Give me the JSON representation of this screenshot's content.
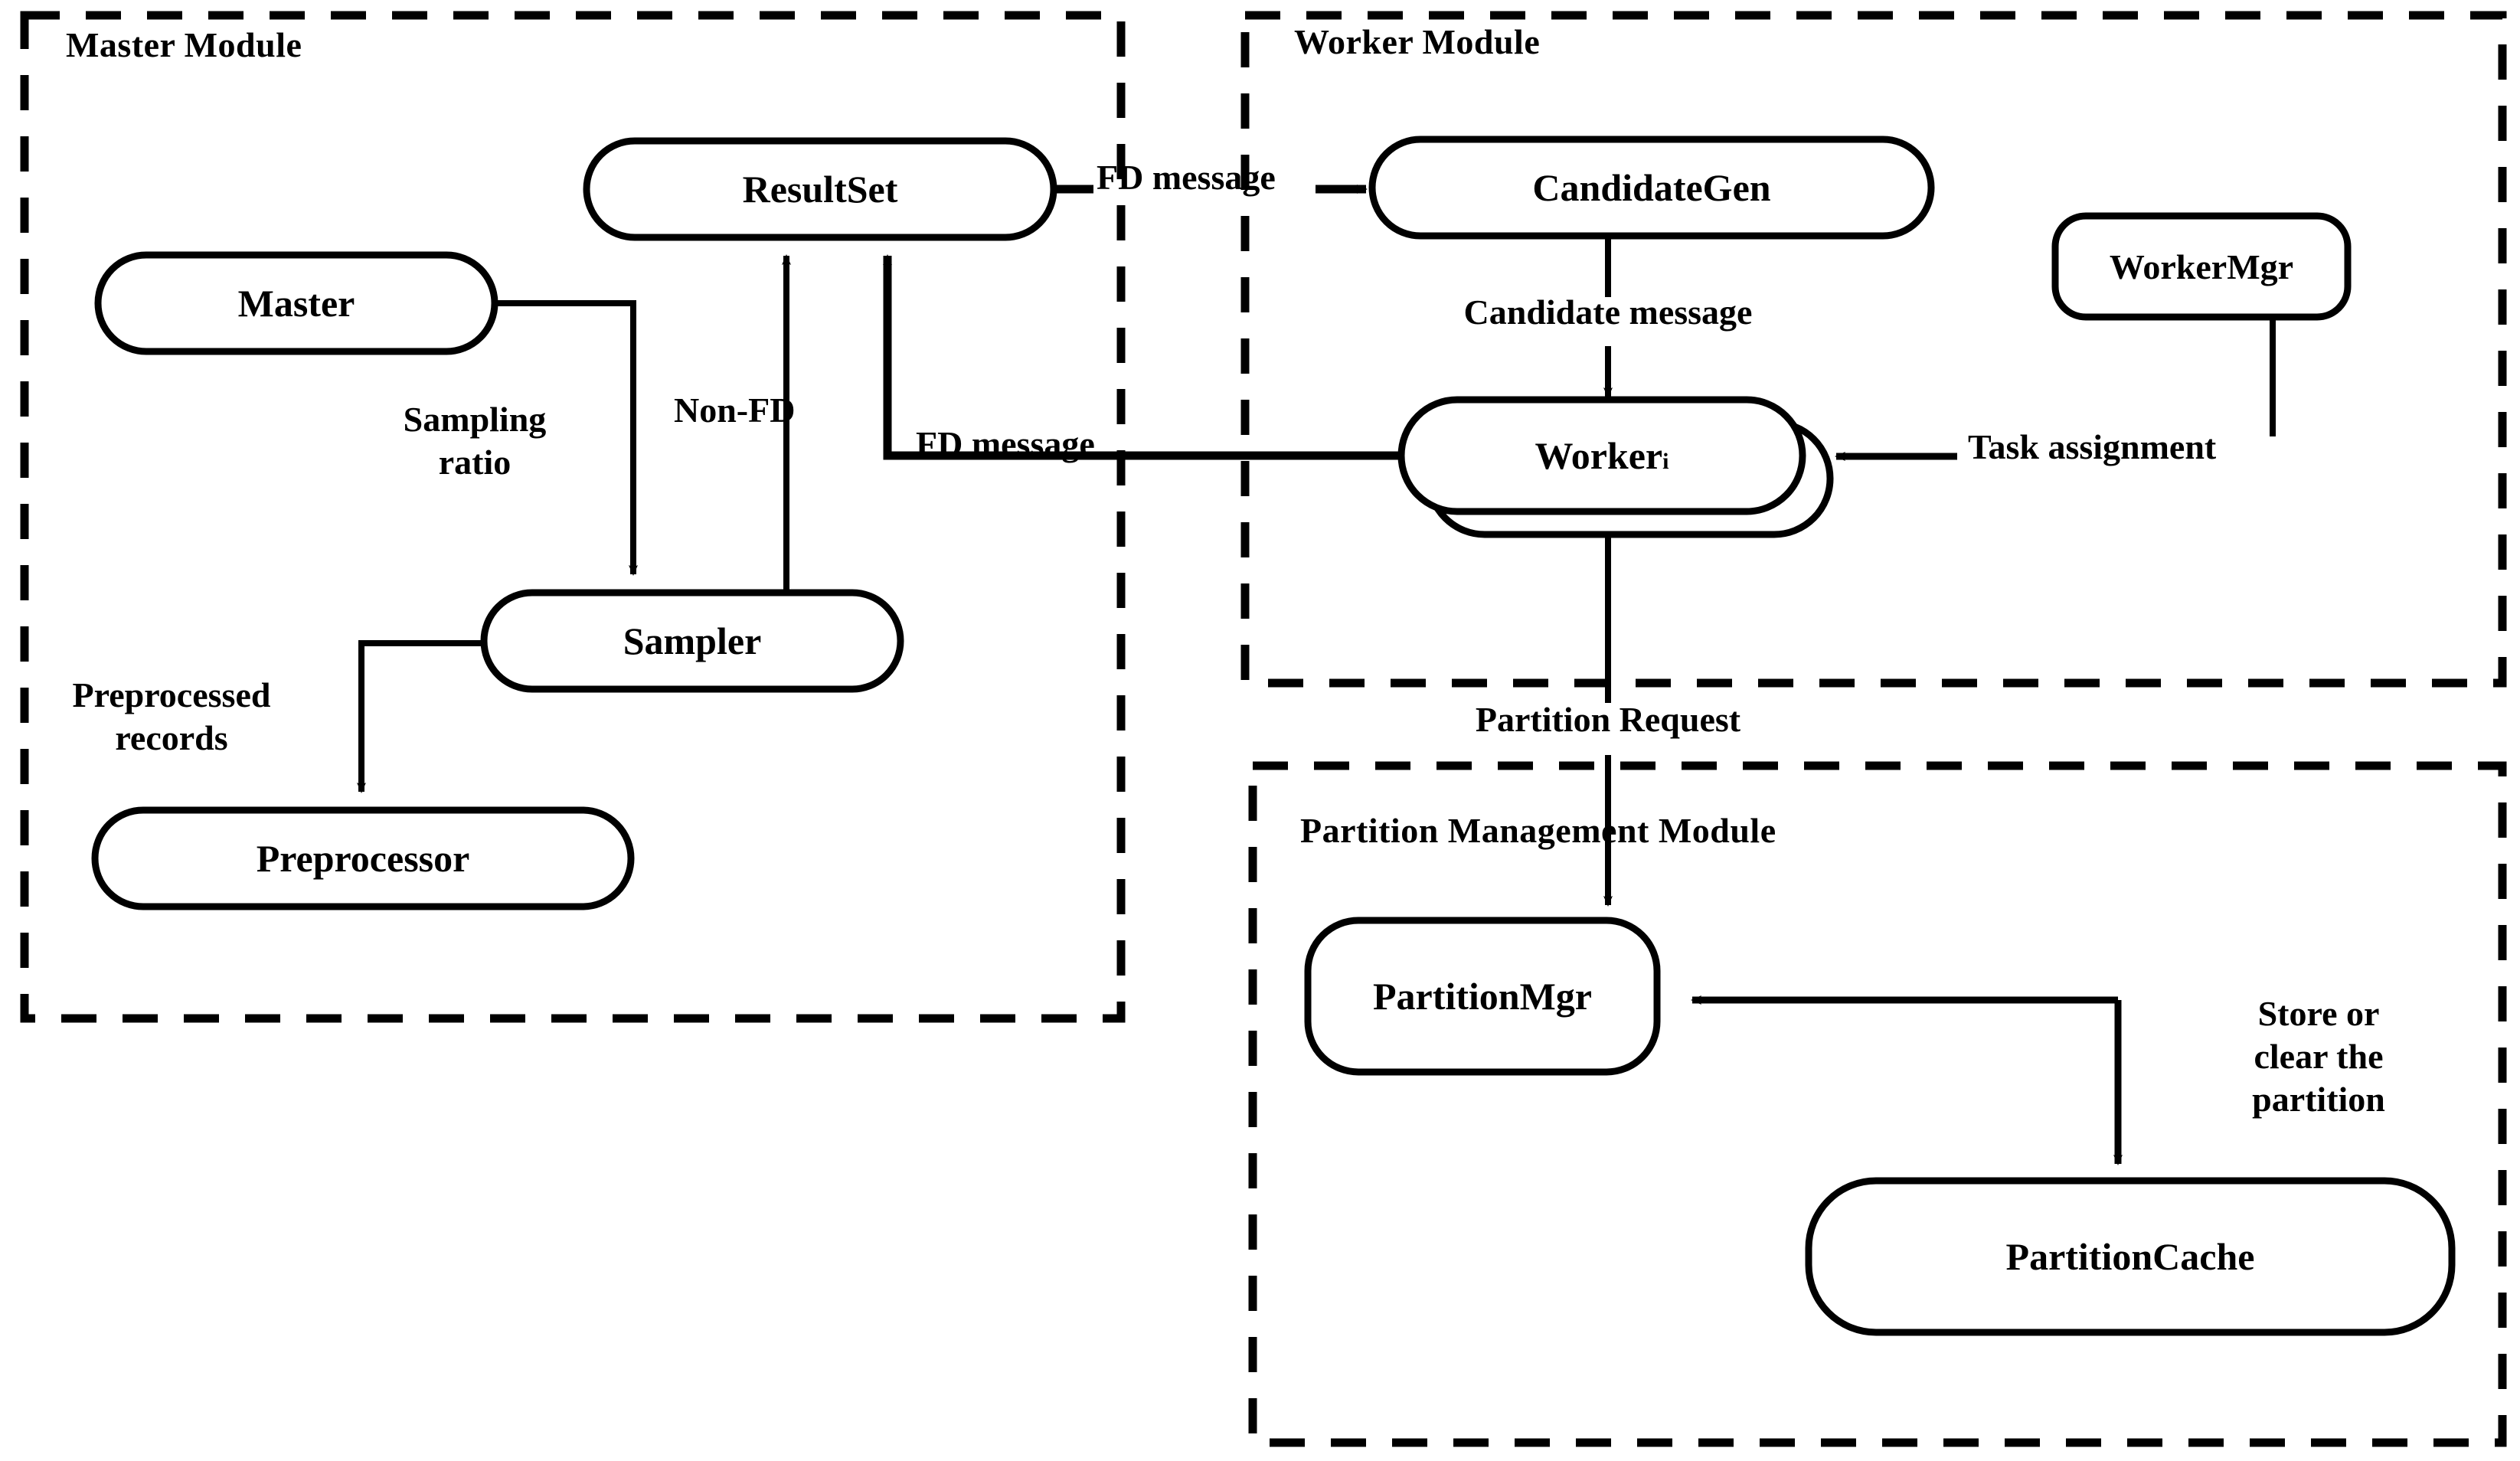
{
  "diagram": {
    "type": "architecture-block-diagram",
    "background_color": "#FFFFFF",
    "stroke_color": "#000000",
    "modules": [
      {
        "id": "master-module",
        "title": "Master Module"
      },
      {
        "id": "worker-module",
        "title": "Worker Module"
      },
      {
        "id": "partition-module",
        "title": "Partition Management Module"
      }
    ],
    "nodes": [
      {
        "id": "master",
        "label": "Master",
        "module": "master-module"
      },
      {
        "id": "resultset",
        "label": "ResultSet",
        "module": "master-module"
      },
      {
        "id": "sampler",
        "label": "Sampler",
        "module": "master-module"
      },
      {
        "id": "preprocessor",
        "label": "Preprocessor",
        "module": "master-module"
      },
      {
        "id": "candidategen",
        "label": "CandidateGen",
        "module": "worker-module"
      },
      {
        "id": "worker",
        "label": "Worker",
        "subscript": "i",
        "module": "worker-module",
        "stacked": true
      },
      {
        "id": "workermgr",
        "label": "WorkerMgr",
        "module": "none"
      },
      {
        "id": "partitionmgr",
        "label": "PartitionMgr",
        "module": "partition-module"
      },
      {
        "id": "partitioncache",
        "label": "PartitionCache",
        "module": "partition-module"
      }
    ],
    "edges": [
      {
        "id": "e-master-sampler",
        "label": "Sampling\nratio",
        "from": "master",
        "to": "sampler",
        "label_line1": "Sampling",
        "label_line2": "ratio"
      },
      {
        "id": "e-sampler-preprocessor",
        "label": "Preprocessed\nrecords",
        "from": "sampler",
        "to": "preprocessor",
        "label_line1": "Preprocessed",
        "label_line2": "records"
      },
      {
        "id": "e-sampler-resultset",
        "label": "Non-FD",
        "from": "sampler",
        "to": "resultset"
      },
      {
        "id": "e-worker-resultset",
        "label": "FD message",
        "from": "worker",
        "to": "resultset"
      },
      {
        "id": "e-resultset-candidategen",
        "label": "FD message",
        "from": "resultset",
        "to": "candidategen"
      },
      {
        "id": "e-candidategen-worker",
        "label": "Candidate message",
        "from": "candidategen",
        "to": "worker"
      },
      {
        "id": "e-workermgr-worker",
        "label": "Task assignment",
        "from": "workermgr",
        "to": "worker"
      },
      {
        "id": "e-worker-partitionmgr",
        "label": "Partition Request",
        "from": "worker",
        "to": "partitionmgr"
      },
      {
        "id": "e-partition-cache",
        "label": "Store or\nclear the\npartition",
        "from": "partitionmgr",
        "to": "partitioncache",
        "label_line1": "Store or",
        "label_line2": "clear the",
        "label_line3": "partition"
      }
    ]
  }
}
